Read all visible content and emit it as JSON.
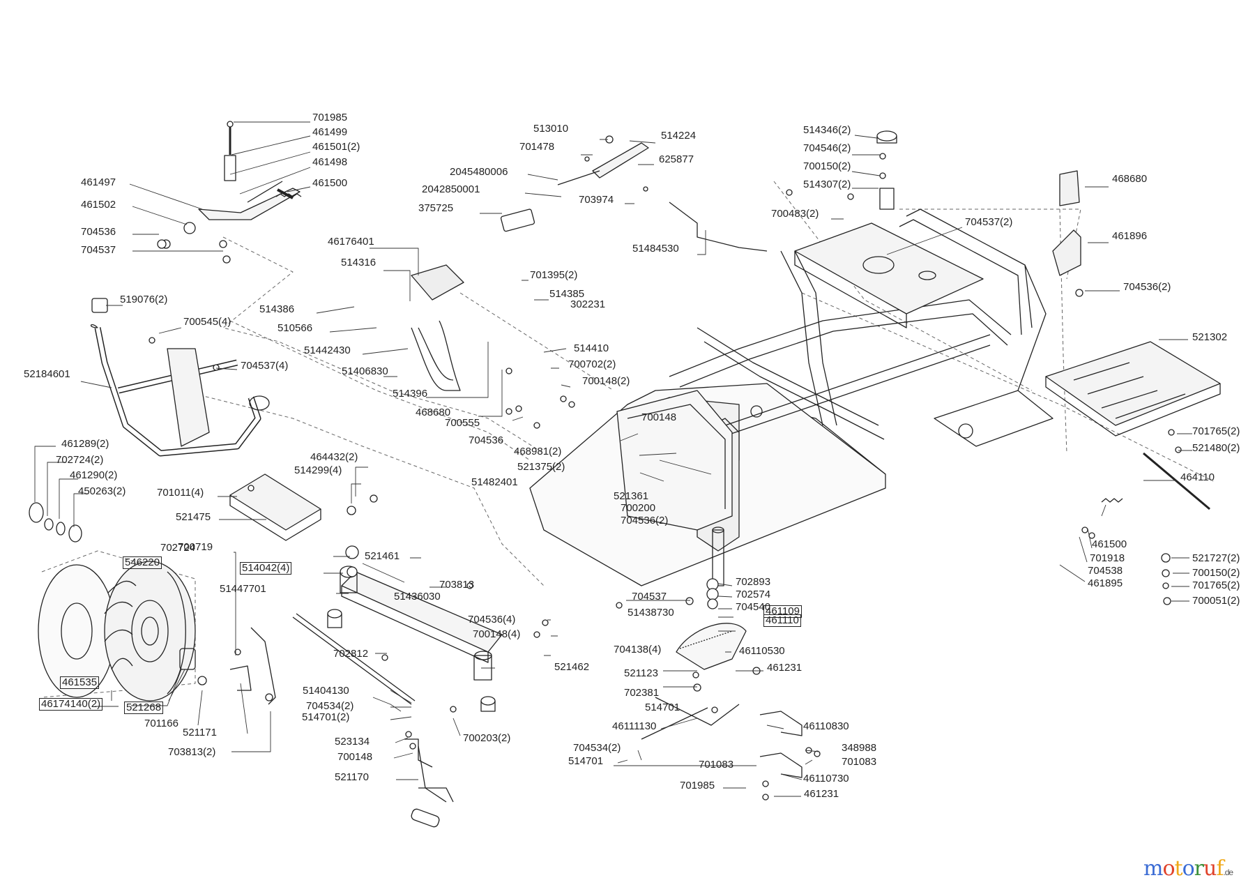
{
  "labels": [
    {
      "id": "l1",
      "text": "701985"
    },
    {
      "id": "l2",
      "text": "461499"
    },
    {
      "id": "l3",
      "text": "461501(2)"
    },
    {
      "id": "l4",
      "text": "461498"
    },
    {
      "id": "l5",
      "text": "461497"
    },
    {
      "id": "l6",
      "text": "461500"
    },
    {
      "id": "l7",
      "text": "461502"
    },
    {
      "id": "l8",
      "text": "704536"
    },
    {
      "id": "l9",
      "text": "704537"
    },
    {
      "id": "l10",
      "text": "513010"
    },
    {
      "id": "l11",
      "text": "514224"
    },
    {
      "id": "l12",
      "text": "701478"
    },
    {
      "id": "l13",
      "text": "625877"
    },
    {
      "id": "l14",
      "text": "2045480006"
    },
    {
      "id": "l15",
      "text": "2042850001"
    },
    {
      "id": "l16",
      "text": "703974"
    },
    {
      "id": "l17",
      "text": "375725"
    },
    {
      "id": "l18",
      "text": "51484530"
    },
    {
      "id": "l19",
      "text": "514346(2)"
    },
    {
      "id": "l20",
      "text": "704546(2)"
    },
    {
      "id": "l21",
      "text": "700150(2)"
    },
    {
      "id": "l22",
      "text": "514307(2)"
    },
    {
      "id": "l23",
      "text": "700483(2)"
    },
    {
      "id": "l24",
      "text": "704537(2)"
    },
    {
      "id": "l25",
      "text": "468680"
    },
    {
      "id": "l26",
      "text": "461896"
    },
    {
      "id": "l27",
      "text": "704536(2)"
    },
    {
      "id": "l28",
      "text": "46176401"
    },
    {
      "id": "l29",
      "text": "514316"
    },
    {
      "id": "l30",
      "text": "701395(2)"
    },
    {
      "id": "l31",
      "text": "514385"
    },
    {
      "id": "l32",
      "text": "302231"
    },
    {
      "id": "l33",
      "text": "514386"
    },
    {
      "id": "l34",
      "text": "510566"
    },
    {
      "id": "l35",
      "text": "51442430"
    },
    {
      "id": "l36",
      "text": "51406830"
    },
    {
      "id": "l37",
      "text": "514396"
    },
    {
      "id": "l38",
      "text": "514410"
    },
    {
      "id": "l39",
      "text": "700702(2)"
    },
    {
      "id": "l40",
      "text": "700148(2)"
    },
    {
      "id": "l41",
      "text": "468680"
    },
    {
      "id": "l42",
      "text": "700555"
    },
    {
      "id": "l43",
      "text": "704536"
    },
    {
      "id": "l44",
      "text": "519076(2)"
    },
    {
      "id": "l45",
      "text": "700545(4)"
    },
    {
      "id": "l46",
      "text": "704537(4)"
    },
    {
      "id": "l47",
      "text": "52184601"
    },
    {
      "id": "l48",
      "text": "521302"
    },
    {
      "id": "l49",
      "text": "700148"
    },
    {
      "id": "l50",
      "text": "468981(2)"
    },
    {
      "id": "l51",
      "text": "521375(2)"
    },
    {
      "id": "l52",
      "text": "51482401"
    },
    {
      "id": "l53",
      "text": "521361"
    },
    {
      "id": "l54",
      "text": "700200"
    },
    {
      "id": "l55",
      "text": "704536(2)"
    },
    {
      "id": "l56",
      "text": "701765(2)"
    },
    {
      "id": "l57",
      "text": "521480(2)"
    },
    {
      "id": "l58",
      "text": "464110"
    },
    {
      "id": "l59",
      "text": "461289(2)"
    },
    {
      "id": "l60",
      "text": "702724(2)"
    },
    {
      "id": "l61",
      "text": "461290(2)"
    },
    {
      "id": "l62",
      "text": "450263(2)"
    },
    {
      "id": "l63",
      "text": "464432(2)"
    },
    {
      "id": "l64",
      "text": "514299(4)"
    },
    {
      "id": "l65",
      "text": "701011(4)"
    },
    {
      "id": "l66",
      "text": "521475"
    },
    {
      "id": "l67",
      "text": "702724"
    },
    {
      "id": "l68",
      "text": "700719"
    },
    {
      "id": "l69",
      "text": "521461"
    },
    {
      "id": "l70",
      "text": "546220"
    },
    {
      "id": "l71",
      "text": "514042(4)"
    },
    {
      "id": "l72",
      "text": "51447701"
    },
    {
      "id": "l73",
      "text": "703813"
    },
    {
      "id": "l74",
      "text": "51436030"
    },
    {
      "id": "l75",
      "text": "704537"
    },
    {
      "id": "l76",
      "text": "702893"
    },
    {
      "id": "l77",
      "text": "702574"
    },
    {
      "id": "l78",
      "text": "704540"
    },
    {
      "id": "l79",
      "text": "461110"
    },
    {
      "id": "l80",
      "text": "461109"
    },
    {
      "id": "l81",
      "text": "51438730"
    },
    {
      "id": "l82",
      "text": "704536(4)"
    },
    {
      "id": "l83",
      "text": "700148(4)"
    },
    {
      "id": "l84",
      "text": "704138(4)"
    },
    {
      "id": "l85",
      "text": "46110530"
    },
    {
      "id": "l86",
      "text": "461500"
    },
    {
      "id": "l87",
      "text": "701918"
    },
    {
      "id": "l88",
      "text": "704538"
    },
    {
      "id": "l89",
      "text": "461895"
    },
    {
      "id": "l90",
      "text": "521727(2)"
    },
    {
      "id": "l91",
      "text": "700150(2)"
    },
    {
      "id": "l92",
      "text": "701765(2)"
    },
    {
      "id": "l93",
      "text": "700051(2)"
    },
    {
      "id": "l94",
      "text": "521462"
    },
    {
      "id": "l95",
      "text": "702812"
    },
    {
      "id": "l96",
      "text": "461231"
    },
    {
      "id": "l97",
      "text": "521123"
    },
    {
      "id": "l98",
      "text": "702381"
    },
    {
      "id": "l99",
      "text": "514701"
    },
    {
      "id": "l100",
      "text": "461535"
    },
    {
      "id": "l101",
      "text": "46174140(2)"
    },
    {
      "id": "l102",
      "text": "521268"
    },
    {
      "id": "l103",
      "text": "701166"
    },
    {
      "id": "l104",
      "text": "521171"
    },
    {
      "id": "l105",
      "text": "703813(2)"
    },
    {
      "id": "l106",
      "text": "51404130"
    },
    {
      "id": "l107",
      "text": "704534(2)"
    },
    {
      "id": "l108",
      "text": "514701(2)"
    },
    {
      "id": "l109",
      "text": "700203(2)"
    },
    {
      "id": "l110",
      "text": "46111130"
    },
    {
      "id": "l111",
      "text": "46110830"
    },
    {
      "id": "l112",
      "text": "348988"
    },
    {
      "id": "l113",
      "text": "701083"
    },
    {
      "id": "l114",
      "text": "523134"
    },
    {
      "id": "l115",
      "text": "700148"
    },
    {
      "id": "l116",
      "text": "704534(2)"
    },
    {
      "id": "l117",
      "text": "514701"
    },
    {
      "id": "l118",
      "text": "701083"
    },
    {
      "id": "l119",
      "text": "46110730"
    },
    {
      "id": "l120",
      "text": "521170"
    },
    {
      "id": "l121",
      "text": "701985"
    },
    {
      "id": "l122",
      "text": "461231"
    }
  ],
  "brand": {
    "motoruf": "motoruf",
    "suffix": ".de"
  },
  "colors": {
    "ink": "#222222",
    "dash": "#555555",
    "m1": "#3a6bd4",
    "m2": "#e0432b",
    "m3": "#f0a818",
    "m4": "#3a8f3a"
  }
}
